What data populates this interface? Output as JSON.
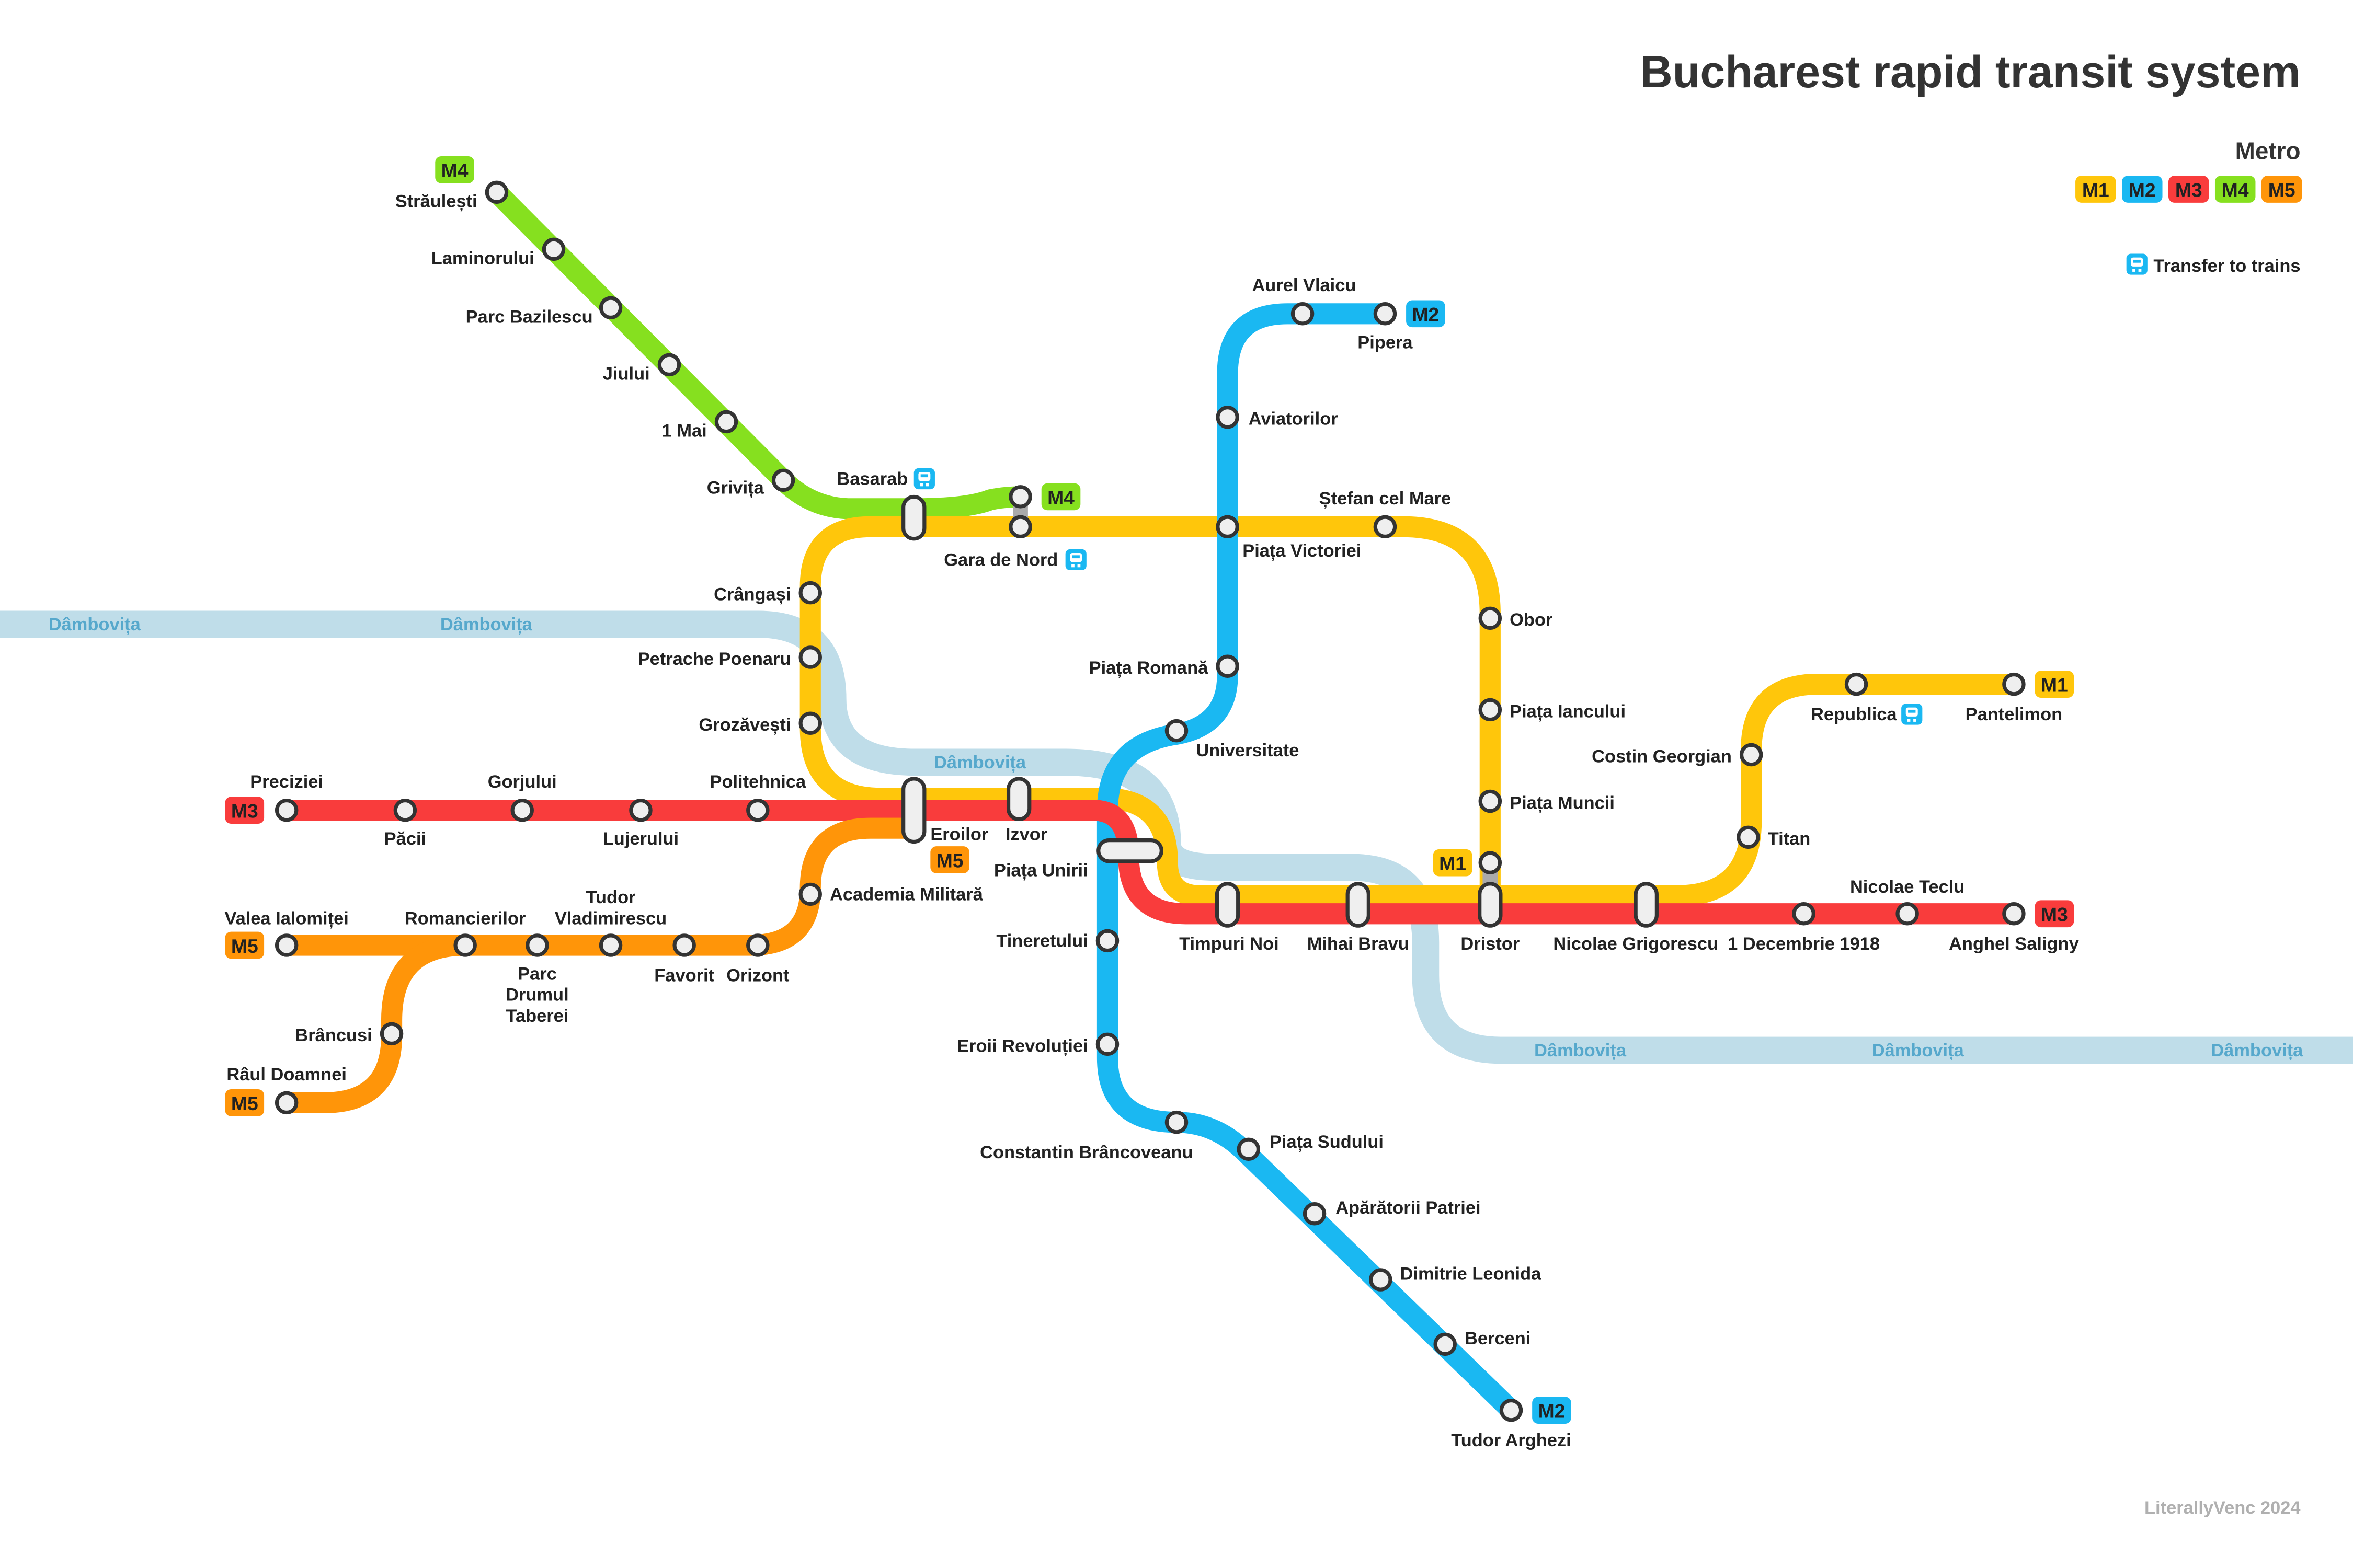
{
  "title": "Bucharest rapid transit system",
  "credit": "LiterallyVenc 2024",
  "legend": {
    "metro_heading": "Metro",
    "transfer_label": "Transfer to trains",
    "transfer_icon": "train-icon"
  },
  "colors": {
    "M1": "#ffc60b",
    "M2": "#1ab8f2",
    "M3": "#f93c3c",
    "M4": "#86e01f",
    "M5": "#ff9509",
    "river": "#bfdde9",
    "river_text": "#56a8cc",
    "station_fill": "#efefef",
    "station_stroke": "#333333",
    "text": "#222222",
    "connector": "#aaaaaa"
  },
  "lines": [
    {
      "id": "M1",
      "label": "M1"
    },
    {
      "id": "M2",
      "label": "M2"
    },
    {
      "id": "M3",
      "label": "M3"
    },
    {
      "id": "M4",
      "label": "M4"
    },
    {
      "id": "M5",
      "label": "M5"
    }
  ],
  "river_name": "Dâmbovița",
  "stations": {
    "straulesti": "Străulești",
    "laminorului": "Laminorului",
    "parc_bazilescu": "Parc Bazilescu",
    "jiului": "Jiului",
    "1mai": "1 Mai",
    "grivita": "Grivița",
    "basarab": "Basarab",
    "gara_de_nord": "Gara de Nord",
    "aurel_vlaicu": "Aurel Vlaicu",
    "pipera": "Pipera",
    "aviatorilor": "Aviatorilor",
    "stefan_cel_mare": "Ștefan cel Mare",
    "piata_victoriei": "Piața Victoriei",
    "obor": "Obor",
    "piata_iancului": "Piața Iancului",
    "piata_muncii": "Piața Muncii",
    "crangasi": "Crângași",
    "petrache_poenaru": "Petrache Poenaru",
    "grozavesti": "Grozăvești",
    "piata_romana": "Piața Romană",
    "universitate": "Universitate",
    "preciziei": "Preciziei",
    "pacii": "Păcii",
    "gorjului": "Gorjului",
    "lujerului": "Lujerului",
    "politehnica": "Politehnica",
    "eroilor": "Eroilor",
    "izvor": "Izvor",
    "piata_unirii": "Piața Unirii",
    "academia_militara": "Academia Militară",
    "valea_ialomitei": "Valea Ialomiței",
    "romancierilor": "Romancierilor",
    "parc_drumul_taberei": "Parc Drumul Taberei",
    "tudor_vladimirescu": "Tudor Vladimirescu",
    "favorit": "Favorit",
    "orizont": "Orizont",
    "brancusi": "Brâncusi",
    "raul_doamnei": "Râul Doamnei",
    "tineretului": "Tineretului",
    "eroii_revolutiei": "Eroii Revoluției",
    "constantin_brancoveanu": "Constantin Brâncoveanu",
    "piata_sudului": "Piața Sudului",
    "aparatorii_patriei": "Apărătorii Patriei",
    "dimitrie_leonida": "Dimitrie Leonida",
    "berceni": "Berceni",
    "tudor_arghezi": "Tudor Arghezi",
    "timpuri_noi": "Timpuri Noi",
    "mihai_bravu": "Mihai Bravu",
    "dristor": "Dristor",
    "nicolae_grigorescu": "Nicolae Grigorescu",
    "1_decembrie": "1 Decembrie 1918",
    "nicolae_teclu": "Nicolae Teclu",
    "anghel_saligny": "Anghel Saligny",
    "costin_georgian": "Costin Georgian",
    "titan": "Titan",
    "republica": "Republica",
    "pantelimon": "Pantelimon"
  }
}
